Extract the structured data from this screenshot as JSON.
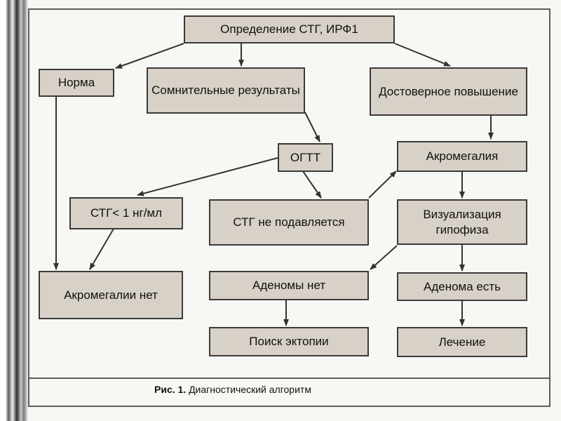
{
  "nodes": {
    "determination": "Определение СТГ, ИРФ1",
    "norm": "Норма",
    "doubtful_results": "Сомнительные результаты",
    "reliable_increase": "Достоверное повышение",
    "ogtt": "ОГТТ",
    "acromegaly": "Акромегалия",
    "stg_less_1": "СТГ< 1 нг/мл",
    "stg_not_suppressed": "СТГ не подавляется",
    "pituitary_imaging": "Визуализация гипофиза",
    "no_acromegaly": "Акромегалии нет",
    "no_adenoma": "Аденомы нет",
    "adenoma_present": "Аденома есть",
    "ectopia_search": "Поиск эктопии",
    "treatment": "Лечение"
  },
  "caption": {
    "label": "Рис. 1.",
    "text": "Диагностический алгоритм"
  }
}
